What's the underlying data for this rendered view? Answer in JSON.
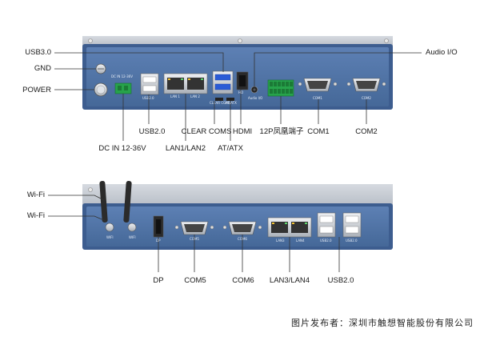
{
  "top_panel": {
    "callouts": {
      "usb30": "USB3.0",
      "gnd": "GND",
      "power": "POWER",
      "audio_io": "Audio I/O",
      "usb20": "USB2.0",
      "clear_coms": "CLEAR COMS",
      "hdmi": "HDMI",
      "terminal_12p": "12P凤凰端子",
      "com1": "COM1",
      "com2": "COM2",
      "dc_in": "DC IN 12-36V",
      "lan12": "LAN1/LAN2",
      "at_atx": "AT/ATX"
    },
    "silk": {
      "dc_in": "DC IN 12-36V",
      "usb2": "USB2.0",
      "lan1": "LAN 1",
      "lan2": "LAN 2",
      "hd": "HD",
      "audio": "Audio I/O",
      "com1": "COM1",
      "com2": "COM2",
      "clear": "CLEAR COMS",
      "atx": "AT/ATX"
    }
  },
  "bottom_panel": {
    "callouts": {
      "wifi1": "Wi-Fi",
      "wifi2": "Wi-Fi",
      "dp": "DP",
      "com5": "COM5",
      "com6": "COM6",
      "lan34": "LAN3/LAN4",
      "usb20": "USB2.0"
    },
    "silk": {
      "wifi_a": "WIFI",
      "wifi_b": "WIFI",
      "dp": "DP",
      "com5": "COM5",
      "com6": "COM6",
      "lan3": "LAN3",
      "lan4": "LAN4",
      "usb2a": "USB2.0",
      "usb2b": "USB2.0"
    }
  },
  "footer": "图片发布者：深圳市触想智能股份有限公司",
  "colors": {
    "panel": "#5173a6",
    "panel_dark": "#3d5d8f",
    "chassis": "#c9ced6",
    "line": "#333333",
    "terminal": "#27a34b",
    "antenna": "#2b2b2b"
  }
}
